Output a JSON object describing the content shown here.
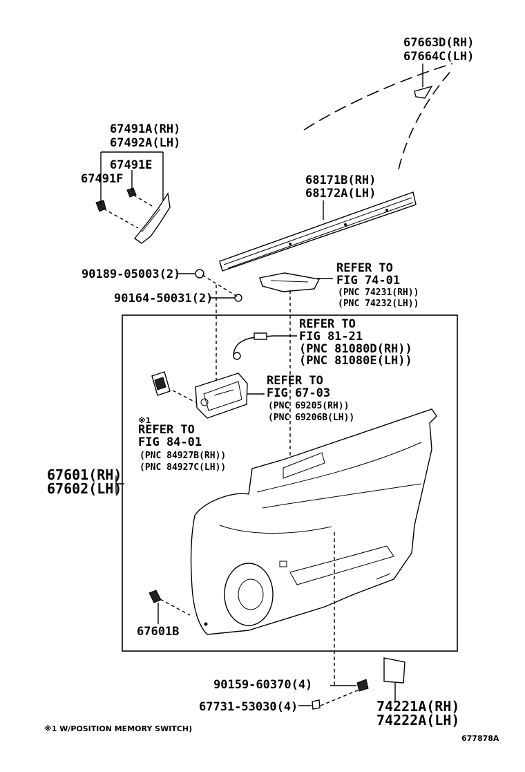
{
  "labels": {
    "p67663d": "67663D(RH)",
    "p67664c": "67664C(LH)",
    "p67491a": "67491A(RH)",
    "p67492a": "67492A(LH)",
    "p67491e": "67491E",
    "p67491f": "67491F",
    "p68171b": "68171B(RH)",
    "p68172a": "68172A(LH)",
    "p90189": "90189-05003(2)",
    "p90164": "90164-50031(2)",
    "p67601": "67601(RH)",
    "p67602": "67602(LH)",
    "p67601b": "67601B",
    "p90159": "90159-60370(4)",
    "p67731": "67731-53030(4)",
    "p74221a": "74221A(RH)",
    "p74222a": "74222A(LH)"
  },
  "refs": {
    "fig7401": {
      "line1": "REFER TO",
      "line2": "FIG 74-01",
      "line3": "(PNC 74231(RH))",
      "line4": "(PNC 74232(LH))"
    },
    "fig8121": {
      "line1": "REFER TO",
      "line2": "FIG 81-21",
      "line3": "(PNC 81080D(RH))",
      "line4": "(PNC 81080E(LH))"
    },
    "fig6703": {
      "line1": "REFER TO",
      "line2": "FIG 67-03",
      "line3": "(PNC 69205(RH))",
      "line4": "(PNC 69206B(LH))"
    },
    "fig8401": {
      "mark": "※1",
      "line1": "REFER TO",
      "line2": "FIG 84-01",
      "line3": "(PNC 84927B(RH))",
      "line4": "(PNC 84927C(LH))"
    }
  },
  "footnote": "※1 W/POSITION MEMORY SWITCH)",
  "illustration_id": "677878A"
}
